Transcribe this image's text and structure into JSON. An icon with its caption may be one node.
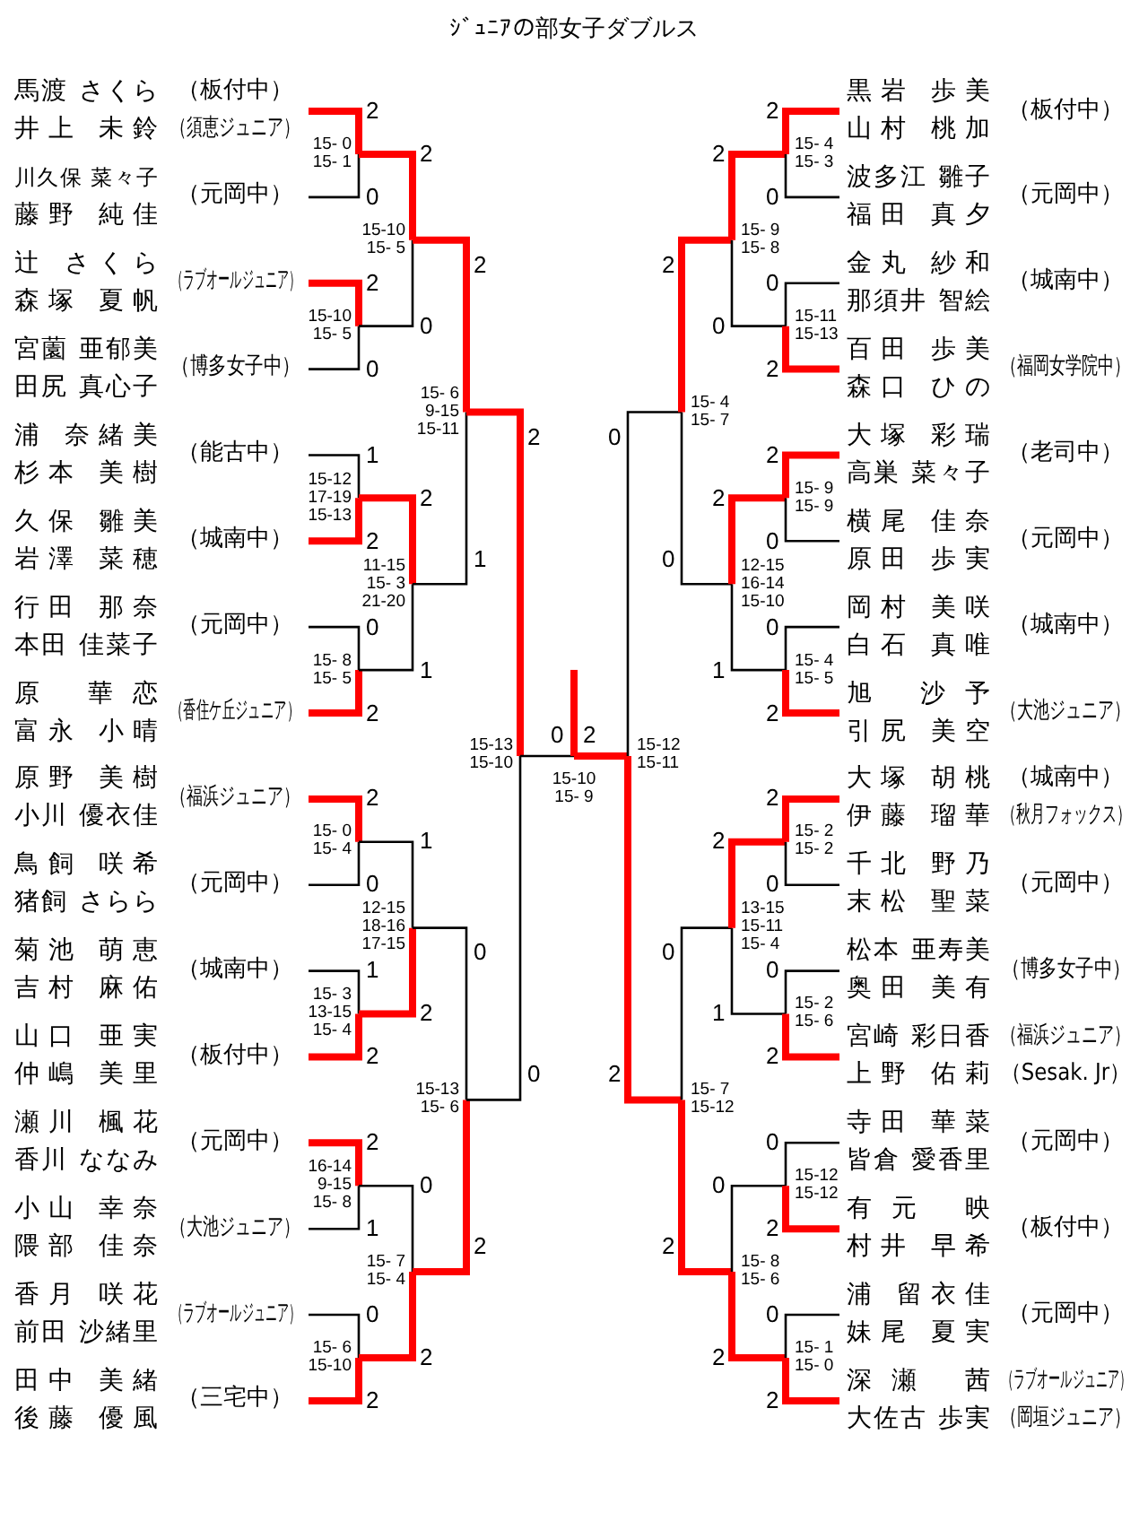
{
  "diagram": {
    "title": "ｼﾞｭﾆｱの部女子ダブルス",
    "nodes": [
      {
        "text": [
          "馬渡 さくら",
          "井上 未鈴"
        ],
        "beside": [
          "（板付中）",
          "（須恵ジュニア）"
        ]
      },
      {
        "text": [
          "川久保 菜々子",
          "藤野 純佳"
        ],
        "beside": [
          "（元岡中）"
        ]
      },
      {
        "text": [
          "辻 さくら",
          "森塚 夏帆"
        ],
        "beside": [
          "（ラブオールジュニア）"
        ]
      },
      {
        "text": [
          "宮薗 亜郁美",
          "田尻 真心子"
        ],
        "beside": [
          "（博多女子中）"
        ]
      },
      {
        "text": [
          "浦 奈緒美",
          "杉本 美樹"
        ],
        "beside": [
          "（能古中）"
        ]
      },
      {
        "text": [
          "久保 雛美",
          "岩澤 菜穂"
        ],
        "beside": [
          "（城南中）"
        ]
      },
      {
        "text": [
          "行田 那奈",
          "本田 佳菜子"
        ],
        "beside": [
          "（元岡中）"
        ]
      },
      {
        "text": [
          "原 華恋",
          "富永 小晴"
        ],
        "beside": [
          "（香住ケ丘ジュニア）"
        ]
      },
      {
        "text": [
          "原野 美樹",
          "小川 優衣佳"
        ],
        "beside": [
          "（福浜ジュニア）"
        ]
      },
      {
        "text": [
          "鳥飼 咲希",
          "猪飼 さらら"
        ],
        "beside": [
          "（元岡中）"
        ]
      },
      {
        "text": [
          "菊池 萌恵",
          "吉村 麻佑"
        ],
        "beside": [
          "（城南中）"
        ]
      },
      {
        "text": [
          "山口 亜実",
          "仲嶋 美里"
        ],
        "beside": [
          "（板付中）"
        ]
      },
      {
        "text": [
          "瀬川 楓花",
          "香川 ななみ"
        ],
        "beside": [
          "（元岡中）"
        ]
      },
      {
        "text": [
          "小山 幸奈",
          "隈部 佳奈"
        ],
        "beside": [
          "（大池ジュニア）"
        ]
      },
      {
        "text": [
          "香月 咲花",
          "前田 沙緒里"
        ],
        "beside": [
          "（ラブオールジュニア）"
        ]
      },
      {
        "text": [
          "田中 美緒",
          "後藤 優風"
        ],
        "beside": [
          "（三宅中）"
        ]
      },
      {
        "text": [
          "15- 0",
          "15- 1"
        ]
      },
      {
        "text": [
          "15-10",
          "15- 5"
        ]
      },
      {
        "text": [
          "15-12",
          "17-19",
          "15-13"
        ]
      },
      {
        "text": [
          "15- 8",
          "15- 5"
        ]
      },
      {
        "text": [
          "15- 0",
          "15- 4"
        ]
      },
      {
        "text": [
          "15- 3",
          "13-15",
          "15- 4"
        ]
      },
      {
        "text": [
          "16-14",
          "9-15",
          "15- 8"
        ]
      },
      {
        "text": [
          "15- 6",
          "15-10"
        ]
      },
      {
        "text": [
          "15-10",
          "15- 5"
        ]
      },
      {
        "text": [
          "11-15",
          "15- 3",
          "21-20"
        ]
      },
      {
        "text": [
          "12-15",
          "18-16",
          "17-15"
        ]
      },
      {
        "text": [
          "15- 7",
          "15- 4"
        ]
      },
      {
        "text": [
          "15- 6",
          "9-15",
          "15-11"
        ]
      },
      {
        "text": [
          "15-13",
          "15- 6"
        ]
      },
      {
        "text": [
          "15-13",
          "15-10"
        ]
      },
      {
        "text": [
          "15-10",
          "15- 9"
        ]
      },
      {
        "text": [
          "15-12",
          "15-11"
        ]
      },
      {
        "text": [
          "15- 4",
          "15- 7"
        ]
      },
      {
        "text": [
          "15- 7",
          "15-12"
        ]
      },
      {
        "text": [
          "15- 9",
          "15- 8"
        ]
      },
      {
        "text": [
          "12-15",
          "16-14",
          "15-10"
        ]
      },
      {
        "text": [
          "13-15",
          "15-11",
          "15- 4"
        ]
      },
      {
        "text": [
          "15- 8",
          "15- 6"
        ]
      },
      {
        "text": [
          "15- 4",
          "15- 3"
        ]
      },
      {
        "text": [
          "15-11",
          "15-13"
        ]
      },
      {
        "text": [
          "15- 9",
          "15- 9"
        ]
      },
      {
        "text": [
          "15- 4",
          "15- 5"
        ]
      },
      {
        "text": [
          "15- 2",
          "15- 2"
        ]
      },
      {
        "text": [
          "15- 2",
          "15- 6"
        ]
      },
      {
        "text": [
          "15-12",
          "15-12"
        ]
      },
      {
        "text": [
          "15- 1",
          "15- 0"
        ]
      },
      {
        "text": [
          "黒岩 歩美",
          "山村 桃加"
        ],
        "beside": [
          "（板付中）"
        ]
      },
      {
        "text": [
          "波多江 雛子",
          "福田 真夕"
        ],
        "beside": [
          "（元岡中）"
        ]
      },
      {
        "text": [
          "金丸 紗和",
          "那須井 智絵"
        ],
        "beside": [
          "（城南中）"
        ]
      },
      {
        "text": [
          "百田 歩美",
          "森口 ひの"
        ],
        "beside": [
          "（福岡女学院中）"
        ]
      },
      {
        "text": [
          "大塚 彩瑞",
          "高巣 菜々子"
        ],
        "beside": [
          "（老司中）"
        ]
      },
      {
        "text": [
          "横尾 佳奈",
          "原田 歩実"
        ],
        "beside": [
          "（元岡中）"
        ]
      },
      {
        "text": [
          "岡村 美咲",
          "白石 真唯"
        ],
        "beside": [
          "（城南中）"
        ]
      },
      {
        "text": [
          "旭 沙予",
          "引尻 美空"
        ],
        "beside": [
          "（大池ジュニア）"
        ]
      },
      {
        "text": [
          "大塚 胡桃",
          "伊藤 瑠華"
        ],
        "beside": [
          "（城南中）",
          "（秋月フォックス）"
        ]
      },
      {
        "text": [
          "千北 野乃",
          "末松 聖菜"
        ],
        "beside": [
          "（元岡中）"
        ]
      },
      {
        "text": [
          "松本 亜寿美",
          "奥田 美有"
        ],
        "beside": [
          "（博多女子中）"
        ]
      },
      {
        "text": [
          "宮崎 彩日香",
          "上野 佑莉"
        ],
        "beside": [
          "（福浜ジュニア）",
          "（Sesak. Jr）"
        ]
      },
      {
        "text": [
          "寺田 華菜",
          "皆倉 愛香里"
        ],
        "beside": [
          "（元岡中）"
        ]
      },
      {
        "text": [
          "有元 映",
          "村井 早希"
        ],
        "beside": [
          "（板付中）"
        ]
      },
      {
        "text": [
          "浦 留衣佳",
          "妹尾 夏実"
        ],
        "beside": [
          "（元岡中）"
        ]
      },
      {
        "text": [
          "深瀬 茜",
          "大佐古 歩実"
        ],
        "beside": [
          "（ラブオールジュニア）",
          "（岡垣ジュニア）"
        ]
      }
    ],
    "edges": [
      {
        "from": 1,
        "to": 16,
        "arrow": "none",
        "label": "0"
      },
      {
        "from": 0,
        "to": 16,
        "arrow": "none",
        "label": "2",
        "style": "thick",
        "color": "#ff0000"
      },
      {
        "from": 3,
        "to": 17,
        "arrow": "none",
        "label": "0"
      },
      {
        "from": 2,
        "to": 17,
        "arrow": "none",
        "label": "2",
        "style": "thick",
        "color": "#ff0000"
      },
      {
        "from": 4,
        "to": 18,
        "arrow": "none",
        "label": "1"
      },
      {
        "from": 5,
        "to": 18,
        "arrow": "none",
        "label": "2",
        "style": "thick",
        "color": "#ff0000"
      },
      {
        "from": 6,
        "to": 19,
        "arrow": "none",
        "label": "0"
      },
      {
        "from": 7,
        "to": 19,
        "arrow": "none",
        "label": "2",
        "style": "thick",
        "color": "#ff0000"
      },
      {
        "from": 9,
        "to": 20,
        "arrow": "none",
        "label": "0"
      },
      {
        "from": 8,
        "to": 20,
        "arrow": "none",
        "label": "2",
        "style": "thick",
        "color": "#ff0000"
      },
      {
        "from": 10,
        "to": 21,
        "arrow": "none",
        "label": "1"
      },
      {
        "from": 11,
        "to": 21,
        "arrow": "none",
        "label": "2",
        "style": "thick",
        "color": "#ff0000"
      },
      {
        "from": 13,
        "to": 22,
        "arrow": "none",
        "label": "1"
      },
      {
        "from": 12,
        "to": 22,
        "arrow": "none",
        "label": "2",
        "style": "thick",
        "color": "#ff0000"
      },
      {
        "from": 14,
        "to": 23,
        "arrow": "none",
        "label": "0"
      },
      {
        "from": 15,
        "to": 23,
        "arrow": "none",
        "label": "2",
        "style": "thick",
        "color": "#ff0000"
      },
      {
        "from": 17,
        "to": 24,
        "arrow": "none",
        "label": "0"
      },
      {
        "from": 16,
        "to": 24,
        "arrow": "none",
        "label": "2",
        "style": "thick",
        "color": "#ff0000"
      },
      {
        "from": 19,
        "to": 25,
        "arrow": "none",
        "label": "1"
      },
      {
        "from": 18,
        "to": 25,
        "arrow": "none",
        "label": "2",
        "style": "thick",
        "color": "#ff0000"
      },
      {
        "from": 20,
        "to": 26,
        "arrow": "none",
        "label": "1"
      },
      {
        "from": 21,
        "to": 26,
        "arrow": "none",
        "label": "2",
        "style": "thick",
        "color": "#ff0000"
      },
      {
        "from": 22,
        "to": 27,
        "arrow": "none",
        "label": "0"
      },
      {
        "from": 23,
        "to": 27,
        "arrow": "none",
        "label": "2",
        "style": "thick",
        "color": "#ff0000"
      },
      {
        "from": 25,
        "to": 28,
        "arrow": "none",
        "label": "1"
      },
      {
        "from": 24,
        "to": 28,
        "arrow": "none",
        "label": "2",
        "style": "thick",
        "color": "#ff0000"
      },
      {
        "from": 26,
        "to": 29,
        "arrow": "none",
        "label": "0"
      },
      {
        "from": 27,
        "to": 29,
        "arrow": "none",
        "label": "2",
        "style": "thick",
        "color": "#ff0000"
      },
      {
        "from": 29,
        "to": 30,
        "arrow": "none",
        "label": "0"
      },
      {
        "from": 28,
        "to": 30,
        "arrow": "none",
        "label": "2",
        "style": "thick",
        "color": "#ff0000"
      },
      {
        "from": 30,
        "to": 31,
        "arrow": "none",
        "label": "0"
      },
      {
        "from": 32,
        "to": 31,
        "arrow": "none",
        "label": "2",
        "style": "thick",
        "color": "#ff0000"
      },
      {
        "from": 33,
        "to": 32,
        "arrow": "none",
        "label": "0"
      },
      {
        "from": 34,
        "to": 32,
        "arrow": "none",
        "label": "2",
        "style": "thick",
        "color": "#ff0000"
      },
      {
        "from": 36,
        "to": 33,
        "arrow": "none",
        "label": "0"
      },
      {
        "from": 35,
        "to": 33,
        "arrow": "none",
        "label": "2",
        "style": "thick",
        "color": "#ff0000"
      },
      {
        "from": 37,
        "to": 34,
        "arrow": "none",
        "label": "0"
      },
      {
        "from": 38,
        "to": 34,
        "arrow": "none",
        "label": "2",
        "style": "thick",
        "color": "#ff0000"
      },
      {
        "from": 40,
        "to": 35,
        "arrow": "none",
        "label": "0"
      },
      {
        "from": 39,
        "to": 35,
        "arrow": "none",
        "label": "2",
        "style": "thick",
        "color": "#ff0000"
      },
      {
        "from": 42,
        "to": 36,
        "arrow": "none",
        "label": "1"
      },
      {
        "from": 41,
        "to": 36,
        "arrow": "none",
        "label": "2",
        "style": "thick",
        "color": "#ff0000"
      },
      {
        "from": 44,
        "to": 37,
        "arrow": "none",
        "label": "1"
      },
      {
        "from": 43,
        "to": 37,
        "arrow": "none",
        "label": "2",
        "style": "thick",
        "color": "#ff0000"
      },
      {
        "from": 45,
        "to": 38,
        "arrow": "none",
        "label": "0"
      },
      {
        "from": 46,
        "to": 38,
        "arrow": "none",
        "label": "2",
        "style": "thick",
        "color": "#ff0000"
      },
      {
        "from": 48,
        "to": 39,
        "arrow": "none",
        "label": "0"
      },
      {
        "from": 47,
        "to": 39,
        "arrow": "none",
        "label": "2",
        "style": "thick",
        "color": "#ff0000"
      },
      {
        "from": 49,
        "to": 40,
        "arrow": "none",
        "label": "0"
      },
      {
        "from": 50,
        "to": 40,
        "arrow": "none",
        "label": "2",
        "style": "thick",
        "color": "#ff0000"
      },
      {
        "from": 52,
        "to": 41,
        "arrow": "none",
        "label": "0"
      },
      {
        "from": 51,
        "to": 41,
        "arrow": "none",
        "label": "2",
        "style": "thick",
        "color": "#ff0000"
      },
      {
        "from": 53,
        "to": 42,
        "arrow": "none",
        "label": "0"
      },
      {
        "from": 54,
        "to": 42,
        "arrow": "none",
        "label": "2",
        "style": "thick",
        "color": "#ff0000"
      },
      {
        "from": 56,
        "to": 43,
        "arrow": "none",
        "label": "0"
      },
      {
        "from": 55,
        "to": 43,
        "arrow": "none",
        "label": "2",
        "style": "thick",
        "color": "#ff0000"
      },
      {
        "from": 57,
        "to": 44,
        "arrow": "none",
        "label": "0"
      },
      {
        "from": 58,
        "to": 44,
        "arrow": "none",
        "label": "2",
        "style": "thick",
        "color": "#ff0000"
      },
      {
        "from": 59,
        "to": 45,
        "arrow": "none",
        "label": "0"
      },
      {
        "from": 60,
        "to": 45,
        "arrow": "none",
        "label": "2",
        "style": "thick",
        "color": "#ff0000"
      },
      {
        "from": 61,
        "to": 46,
        "arrow": "none",
        "label": "0"
      },
      {
        "from": 62,
        "to": 46,
        "arrow": "none",
        "label": "2",
        "style": "thick",
        "color": "#ff0000"
      }
    ]
  }
}
